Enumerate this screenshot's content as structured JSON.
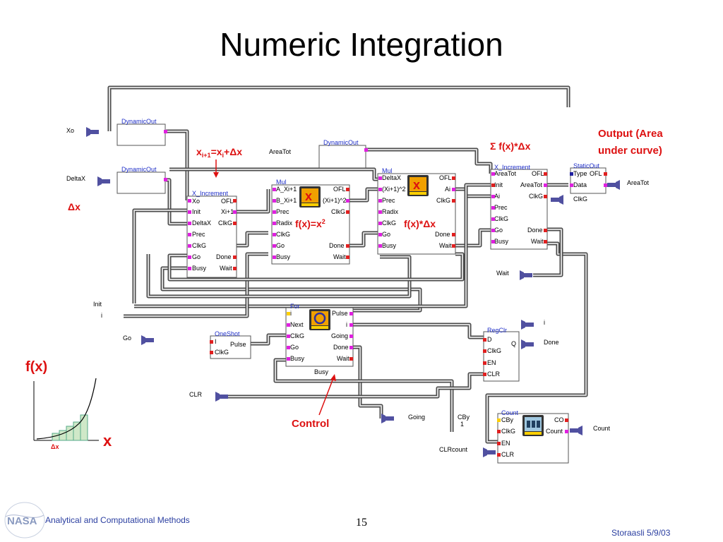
{
  "title": "Numeric Integration",
  "annotations": {
    "xi": "x",
    "xi_sub1": "i+1",
    "xi_eq": "=x",
    "xi_sub2": "i",
    "xi_plus": "+Δx",
    "sum_fx": "Σ f(x)*Δx",
    "output1": "Output (Area",
    "output2": "under curve)",
    "dx": "Δx",
    "fx_eq": "f(x)=x",
    "fx_sup": "2",
    "fx_dx": "f(x)*Δx",
    "control": "Control",
    "fx_axis": "f(x)",
    "x_axis": "x",
    "small_dx": "Δx"
  },
  "terminals": {
    "xo": "Xo",
    "deltax": "DeltaX",
    "areatot_in": "AreaTot",
    "init": "Init",
    "i": "i",
    "go": "Go",
    "clr": "CLR",
    "going": "Going",
    "cby": "CBy",
    "cby_val": "1",
    "clrcount": "CLRcount",
    "wait": "Wait",
    "i_out": "i",
    "done": "Done",
    "count": "Count",
    "areatot_out": "AreaTot"
  },
  "blocks": {
    "dyn1": {
      "name": "DynamicOut"
    },
    "dyn2": {
      "name": "DynamicOut"
    },
    "dyn3": {
      "name": "DynamicOut"
    },
    "xinc1": {
      "name": "X_Increment",
      "left": [
        "Xo",
        "Init",
        "DeltaX",
        "Prec",
        "ClkG",
        "Go",
        "Busy"
      ],
      "right": [
        "OFL",
        "Xi+1",
        "ClkG",
        "Done",
        "Wait"
      ]
    },
    "mul1": {
      "name": "Mul",
      "left": [
        "A_Xi+1",
        "B_Xi+1",
        "Prec",
        "Radix",
        "ClkG",
        "Go",
        "Busy"
      ],
      "right": [
        "OFL",
        "(Xi+1)^2",
        "ClkG",
        "Done",
        "Wait"
      ],
      "icon": "x"
    },
    "mul2": {
      "name": "Mul",
      "left": [
        "DeltaX",
        "(Xi+1)^2",
        "Prec",
        "Radix",
        "ClkG",
        "Go",
        "Busy"
      ],
      "right": [
        "OFL",
        "Ai",
        "ClkG",
        "Done",
        "Wait"
      ],
      "icon": "x"
    },
    "xinc2": {
      "name": "X_Increment",
      "left": [
        "AreaTot",
        "Init",
        "Ai",
        "Prec",
        "ClkG",
        "Go",
        "Busy"
      ],
      "right": [
        "OFL",
        "AreaTot",
        "ClkG",
        "Done",
        "Wait"
      ]
    },
    "static": {
      "name": "StaticOut",
      "left": [
        "Type",
        "Data"
      ],
      "right": [
        "OFL",
        "ClkG"
      ]
    },
    "for": {
      "name": "For",
      "left": [
        "i",
        "Next",
        "ClkG",
        "Go",
        "Busy"
      ],
      "right": [
        "Pulse",
        "i",
        "Going",
        "Done",
        "Wait"
      ]
    },
    "oneshot": {
      "name": "OneShot",
      "left": [
        "I",
        "ClkG"
      ],
      "right": [
        "Pulse"
      ]
    },
    "regclr": {
      "name": "RegClr",
      "left": [
        "D",
        "ClkG",
        "EN",
        "CLR"
      ],
      "right": [
        "Q"
      ]
    },
    "count": {
      "name": "Count",
      "left": [
        "CBy",
        "ClkG",
        "EN",
        "CLR"
      ],
      "right": [
        "CO",
        "Count"
      ]
    }
  },
  "footer": {
    "org": "Analytical and Computational Methods",
    "page": "15",
    "author": "Storaasli 5/9/03",
    "logo": "NASA"
  },
  "colors": {
    "accent_red": "#dd1111",
    "block_title": "#2030c8",
    "port_pink": "#e020e0",
    "port_red": "#e02020"
  }
}
